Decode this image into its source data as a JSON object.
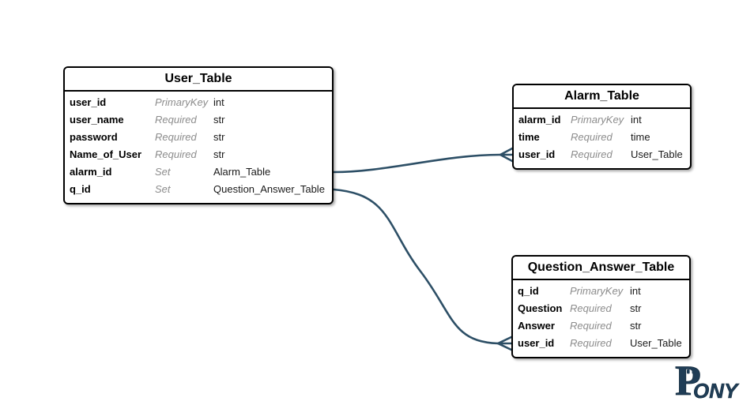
{
  "diagram": {
    "background_color": "#ffffff",
    "border_color": "#000000",
    "line_color": "#2d4f66",
    "kind_color": "#8c8c8c",
    "logo_color": "#1f3d56"
  },
  "tables": [
    {
      "title": "User_Table",
      "fields": [
        {
          "name": "user_id",
          "kind": "PrimaryKey",
          "type": "int"
        },
        {
          "name": "user_name",
          "kind": "Required",
          "type": "str"
        },
        {
          "name": "password",
          "kind": "Required",
          "type": "str"
        },
        {
          "name": "Name_of_User",
          "kind": "Required",
          "type": "str"
        },
        {
          "name": "alarm_id",
          "kind": "Set",
          "type": "Alarm_Table"
        },
        {
          "name": "q_id",
          "kind": "Set",
          "type": "Question_Answer_Table"
        }
      ]
    },
    {
      "title": "Alarm_Table",
      "fields": [
        {
          "name": "alarm_id",
          "kind": "PrimaryKey",
          "type": "int"
        },
        {
          "name": "time",
          "kind": "Required",
          "type": "time"
        },
        {
          "name": "user_id",
          "kind": "Required",
          "type": "User_Table"
        }
      ]
    },
    {
      "title": "Question_Answer_Table",
      "fields": [
        {
          "name": "q_id",
          "kind": "PrimaryKey",
          "type": "int"
        },
        {
          "name": "Question",
          "kind": "Required",
          "type": "str"
        },
        {
          "name": "Answer",
          "kind": "Required",
          "type": "str"
        },
        {
          "name": "user_id",
          "kind": "Required",
          "type": "User_Table"
        }
      ]
    }
  ],
  "relationships": [
    {
      "from": "User_Table.alarm_id",
      "to": "Alarm_Table.user_id",
      "cardinality": "many"
    },
    {
      "from": "User_Table.q_id",
      "to": "Question_Answer_Table.user_id",
      "cardinality": "many"
    }
  ],
  "logo": {
    "p": "P",
    "rest": "ONY",
    "name": "Pony"
  }
}
